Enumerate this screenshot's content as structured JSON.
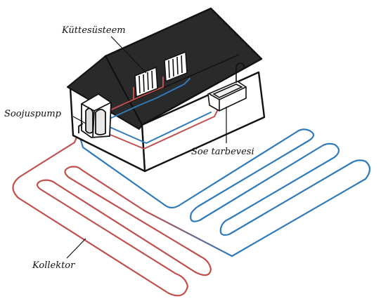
{
  "labels": {
    "heating_system": "Küttesüsteem",
    "heat_pump": "Soojuspump",
    "hot_water": "Soe tarbevesi",
    "collector": "Kollektor"
  },
  "colors": {
    "hot_pipe": "#c0504d",
    "cold_pipe": "#2f7ab8",
    "outline": "#111111",
    "roof": "#2a2a2a",
    "wall": "#ffffff"
  },
  "icons": {
    "heat_pump": "heat-pump-icon",
    "radiator": "radiator-icon",
    "bathtub": "bathtub-icon"
  }
}
